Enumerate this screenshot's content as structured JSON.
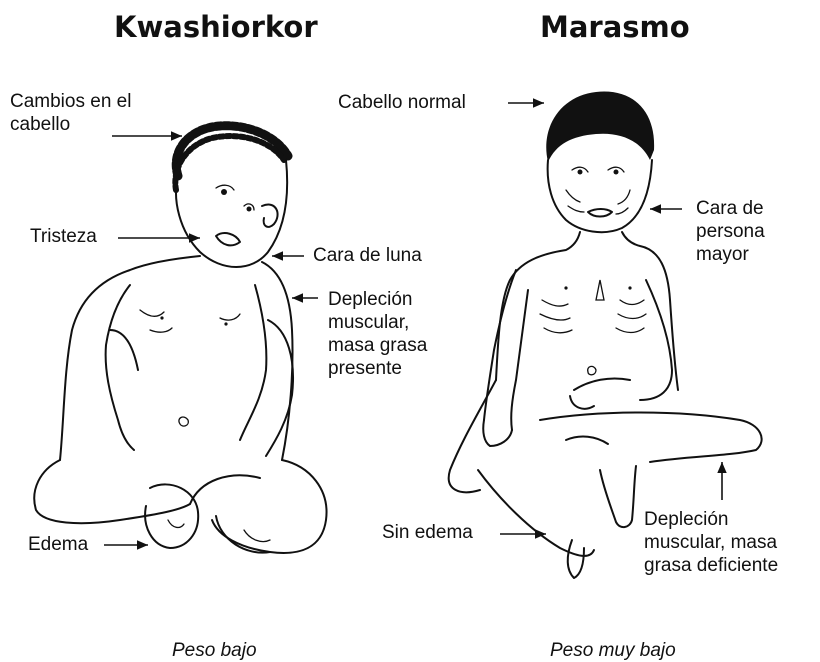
{
  "left": {
    "title": "Kwashiorkor",
    "caption": "Peso bajo",
    "labels": {
      "hair": [
        "Cambios en el",
        "cabello"
      ],
      "sadness": "Tristeza",
      "moon_face": "Cara de luna",
      "muscle": [
        "Depleción",
        "muscular,",
        "masa grasa",
        "presente"
      ],
      "edema": "Edema"
    }
  },
  "right": {
    "title": "Marasmo",
    "caption": "Peso muy bajo",
    "labels": {
      "hair": "Cabello normal",
      "old_face": [
        "Cara de",
        "persona",
        "mayor"
      ],
      "no_edema": "Sin edema",
      "muscle": [
        "Depleción",
        "muscular, masa",
        "grasa deficiente"
      ]
    }
  },
  "colors": {
    "ink": "#111111",
    "background": "#ffffff"
  }
}
